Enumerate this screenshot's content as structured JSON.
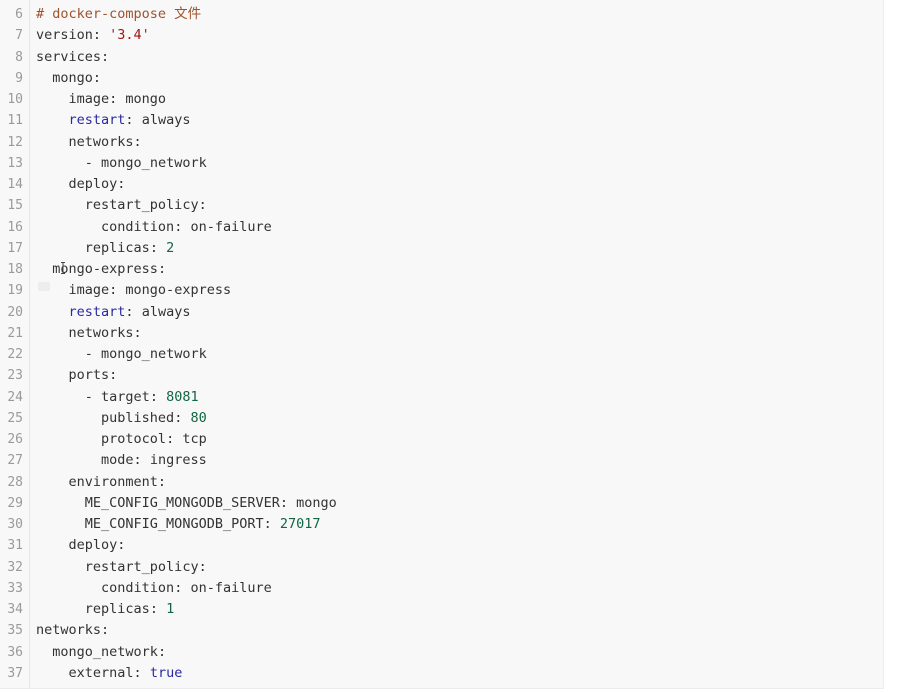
{
  "editor": {
    "lines": [
      {
        "n": "6",
        "indent": "",
        "tokens": [
          {
            "t": "# docker-compose 文件",
            "c": "comment"
          }
        ]
      },
      {
        "n": "7",
        "indent": "",
        "tokens": [
          {
            "t": "version",
            "c": "key"
          },
          {
            "t": ": ",
            "c": "plain"
          },
          {
            "t": "'3.4'",
            "c": "str"
          }
        ]
      },
      {
        "n": "8",
        "indent": "",
        "tokens": [
          {
            "t": "services",
            "c": "key"
          },
          {
            "t": ":",
            "c": "plain"
          }
        ]
      },
      {
        "n": "9",
        "indent": "  ",
        "tokens": [
          {
            "t": "mongo",
            "c": "key"
          },
          {
            "t": ":",
            "c": "plain"
          }
        ]
      },
      {
        "n": "10",
        "indent": "    ",
        "tokens": [
          {
            "t": "image",
            "c": "key"
          },
          {
            "t": ": ",
            "c": "plain"
          },
          {
            "t": "mongo",
            "c": "plain"
          }
        ]
      },
      {
        "n": "11",
        "indent": "    ",
        "tokens": [
          {
            "t": "restart",
            "c": "kw"
          },
          {
            "t": ": ",
            "c": "plain"
          },
          {
            "t": "always",
            "c": "plain"
          }
        ]
      },
      {
        "n": "12",
        "indent": "    ",
        "tokens": [
          {
            "t": "networks",
            "c": "key"
          },
          {
            "t": ":",
            "c": "plain"
          }
        ]
      },
      {
        "n": "13",
        "indent": "      ",
        "tokens": [
          {
            "t": "- ",
            "c": "plain"
          },
          {
            "t": "mongo_network",
            "c": "plain"
          }
        ]
      },
      {
        "n": "14",
        "indent": "    ",
        "tokens": [
          {
            "t": "deploy",
            "c": "key"
          },
          {
            "t": ":",
            "c": "plain"
          }
        ]
      },
      {
        "n": "15",
        "indent": "      ",
        "tokens": [
          {
            "t": "restart_policy",
            "c": "key"
          },
          {
            "t": ":",
            "c": "plain"
          }
        ]
      },
      {
        "n": "16",
        "indent": "        ",
        "tokens": [
          {
            "t": "condition",
            "c": "key"
          },
          {
            "t": ": ",
            "c": "plain"
          },
          {
            "t": "on-failure",
            "c": "plain"
          }
        ]
      },
      {
        "n": "17",
        "indent": "      ",
        "tokens": [
          {
            "t": "replicas",
            "c": "key"
          },
          {
            "t": ": ",
            "c": "plain"
          },
          {
            "t": "2",
            "c": "num"
          }
        ]
      },
      {
        "n": "18",
        "indent": "  ",
        "tokens": [
          {
            "t": "mongo-express",
            "c": "key"
          },
          {
            "t": ":",
            "c": "plain"
          }
        ]
      },
      {
        "n": "19",
        "indent": "    ",
        "tokens": [
          {
            "t": "image",
            "c": "key"
          },
          {
            "t": ": ",
            "c": "plain"
          },
          {
            "t": "mongo-express",
            "c": "plain"
          }
        ]
      },
      {
        "n": "20",
        "indent": "    ",
        "tokens": [
          {
            "t": "restart",
            "c": "kw"
          },
          {
            "t": ": ",
            "c": "plain"
          },
          {
            "t": "always",
            "c": "plain"
          }
        ]
      },
      {
        "n": "21",
        "indent": "    ",
        "tokens": [
          {
            "t": "networks",
            "c": "key"
          },
          {
            "t": ":",
            "c": "plain"
          }
        ]
      },
      {
        "n": "22",
        "indent": "      ",
        "tokens": [
          {
            "t": "- ",
            "c": "plain"
          },
          {
            "t": "mongo_network",
            "c": "plain"
          }
        ]
      },
      {
        "n": "23",
        "indent": "    ",
        "tokens": [
          {
            "t": "ports",
            "c": "key"
          },
          {
            "t": ":",
            "c": "plain"
          }
        ]
      },
      {
        "n": "24",
        "indent": "      ",
        "tokens": [
          {
            "t": "- ",
            "c": "plain"
          },
          {
            "t": "target",
            "c": "key"
          },
          {
            "t": ": ",
            "c": "plain"
          },
          {
            "t": "8081",
            "c": "num"
          }
        ]
      },
      {
        "n": "25",
        "indent": "        ",
        "tokens": [
          {
            "t": "published",
            "c": "key"
          },
          {
            "t": ": ",
            "c": "plain"
          },
          {
            "t": "80",
            "c": "num"
          }
        ]
      },
      {
        "n": "26",
        "indent": "        ",
        "tokens": [
          {
            "t": "protocol",
            "c": "key"
          },
          {
            "t": ": ",
            "c": "plain"
          },
          {
            "t": "tcp",
            "c": "plain"
          }
        ]
      },
      {
        "n": "27",
        "indent": "        ",
        "tokens": [
          {
            "t": "mode",
            "c": "key"
          },
          {
            "t": ": ",
            "c": "plain"
          },
          {
            "t": "ingress",
            "c": "plain"
          }
        ]
      },
      {
        "n": "28",
        "indent": "    ",
        "tokens": [
          {
            "t": "environment",
            "c": "key"
          },
          {
            "t": ":",
            "c": "plain"
          }
        ]
      },
      {
        "n": "29",
        "indent": "      ",
        "tokens": [
          {
            "t": "ME_CONFIG_MONGODB_SERVER",
            "c": "key"
          },
          {
            "t": ": ",
            "c": "plain"
          },
          {
            "t": "mongo",
            "c": "plain"
          }
        ]
      },
      {
        "n": "30",
        "indent": "      ",
        "tokens": [
          {
            "t": "ME_CONFIG_MONGODB_PORT",
            "c": "key"
          },
          {
            "t": ": ",
            "c": "plain"
          },
          {
            "t": "27017",
            "c": "num"
          }
        ]
      },
      {
        "n": "31",
        "indent": "    ",
        "tokens": [
          {
            "t": "deploy",
            "c": "key"
          },
          {
            "t": ":",
            "c": "plain"
          }
        ]
      },
      {
        "n": "32",
        "indent": "      ",
        "tokens": [
          {
            "t": "restart_policy",
            "c": "key"
          },
          {
            "t": ":",
            "c": "plain"
          }
        ]
      },
      {
        "n": "33",
        "indent": "        ",
        "tokens": [
          {
            "t": "condition",
            "c": "key"
          },
          {
            "t": ": ",
            "c": "plain"
          },
          {
            "t": "on-failure",
            "c": "plain"
          }
        ]
      },
      {
        "n": "34",
        "indent": "      ",
        "tokens": [
          {
            "t": "replicas",
            "c": "key"
          },
          {
            "t": ": ",
            "c": "plain"
          },
          {
            "t": "1",
            "c": "num"
          }
        ]
      },
      {
        "n": "35",
        "indent": "",
        "tokens": [
          {
            "t": "networks",
            "c": "key"
          },
          {
            "t": ":",
            "c": "plain"
          }
        ]
      },
      {
        "n": "36",
        "indent": "  ",
        "tokens": [
          {
            "t": "mongo_network",
            "c": "key"
          },
          {
            "t": ":",
            "c": "plain"
          }
        ]
      },
      {
        "n": "37",
        "indent": "    ",
        "tokens": [
          {
            "t": "external",
            "c": "key"
          },
          {
            "t": ": ",
            "c": "plain"
          },
          {
            "t": "true",
            "c": "atom"
          }
        ]
      }
    ]
  },
  "colors": {
    "background": "#f8f8f8",
    "line_number": "#9a9a9a",
    "comment": "#a0522d",
    "keyword": "#2a2aa0",
    "string": "#a31515",
    "number": "#116644"
  },
  "icons": {
    "text_cursor": "i-beam-cursor-icon"
  }
}
